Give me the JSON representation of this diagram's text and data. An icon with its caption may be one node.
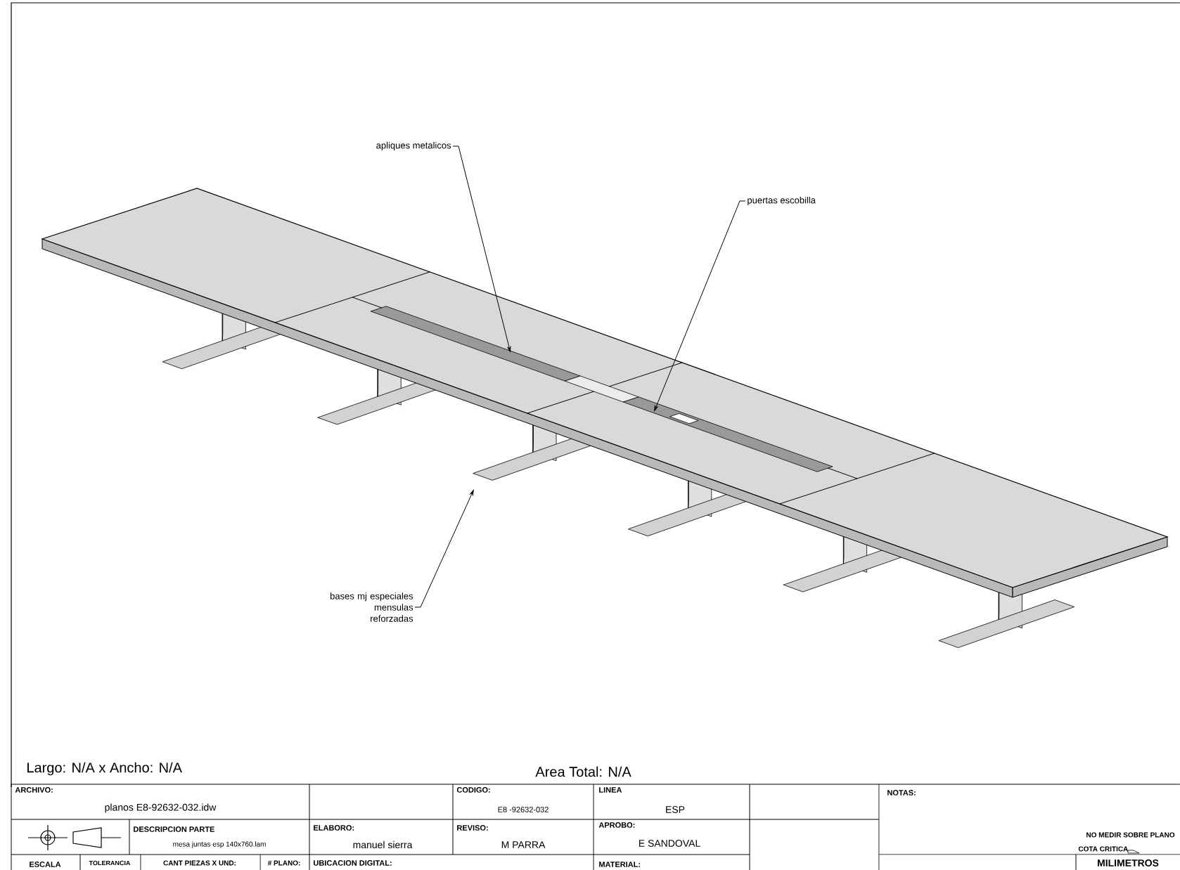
{
  "diagram": {
    "nodes": [
      {
        "text": [
          "apliques metalicos"
        ]
      },
      {
        "text": [
          "puertas escobilla"
        ]
      },
      {
        "text": [
          "bases mj especiales mensulas reforzadas"
        ]
      }
    ],
    "edges": [
      {
        "from": 0,
        "to": null,
        "arrow": "to"
      },
      {
        "from": 1,
        "to": null,
        "arrow": "to"
      },
      {
        "from": 2,
        "to": null,
        "arrow": "to"
      }
    ],
    "labels": [
      "Largo: N/A x Ancho: N/A",
      "Area Total: N/A",
      "ARCHIVO:",
      "planos E8-92632-032.idw",
      "CODIGO:",
      "E8 -92632-032",
      "LINEA",
      "ESP",
      "NOTAS:",
      "DESCRIPCION PARTE",
      "mesa juntas esp 140x760.lam",
      "ELABORO:",
      "manuel sierra",
      "REVISO:",
      "M PARRA",
      "APROBO:",
      "E SANDOVAL",
      "NO MEDIR SOBRE PLANO",
      "COTA CRITICA",
      "ESCALA",
      "TOLERANCIA",
      "CANT PIEZAS X UND:",
      "# PLANO:",
      "UBICACION DIGITAL:",
      "MATERIAL:",
      "MILIMETROS"
    ]
  }
}
